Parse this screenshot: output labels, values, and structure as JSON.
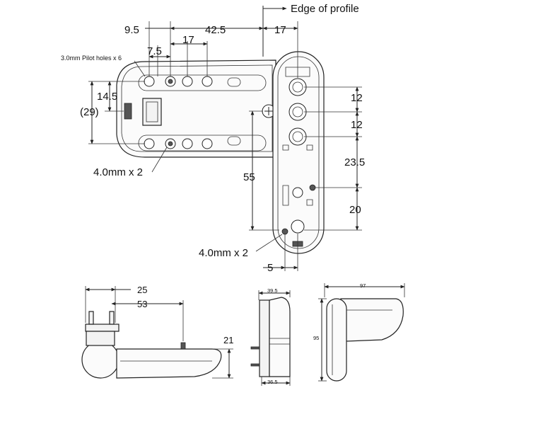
{
  "labels": {
    "edge_of_profile": "Edge of profile",
    "dim_9_5": "9.5",
    "dim_42_5": "42.5",
    "dim_17_top": "17",
    "dim_17_mid": "17",
    "dim_7_5": "7.5",
    "pilot_holes": "3.0mm Pilot holes x 6",
    "dim_14_5": "14.5",
    "dim_29": "(29)",
    "dim_12_a": "12",
    "dim_12_b": "12",
    "dim_23_5": "23.5",
    "dim_20": "20",
    "dim_55": "55",
    "holes_4mm_left": "4.0mm x 2",
    "holes_4mm_right": "4.0mm x 2",
    "dim_5": "5",
    "dim_25": "25",
    "dim_53": "53",
    "dim_21": "21",
    "dim_39_5": "39.5",
    "dim_36_5": "36.5",
    "dim_97": "97",
    "dim_95": "95"
  },
  "colors": {
    "line": "#222222",
    "background": "#ffffff"
  }
}
